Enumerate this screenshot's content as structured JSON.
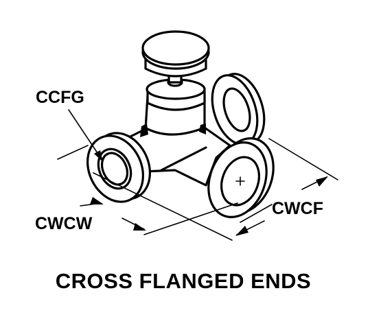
{
  "labels": {
    "ccfg": "CCFG",
    "cwcw": "CWCW",
    "cwcf": "CWCF"
  },
  "caption": "CROSS FLANGED ENDS",
  "colors": {
    "ink": "#000000",
    "background": "#ffffff"
  }
}
